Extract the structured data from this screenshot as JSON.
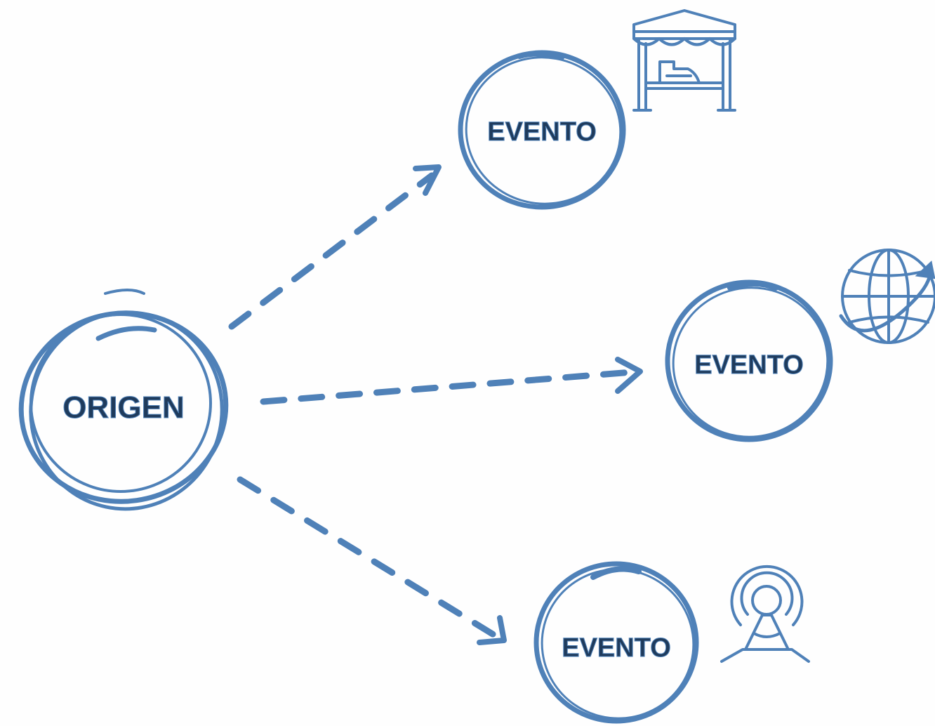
{
  "diagram": {
    "origin": {
      "label": "ORIGEN"
    },
    "events": [
      {
        "label": "EVENTO",
        "icon": "market-stall-icon"
      },
      {
        "label": "EVENTO",
        "icon": "globe-icon"
      },
      {
        "label": "EVENTO",
        "icon": "radio-tower-icon"
      }
    ],
    "colors": {
      "stroke": "#4f81b8",
      "text": "#1f3b5c",
      "background": "#fefefe"
    }
  }
}
